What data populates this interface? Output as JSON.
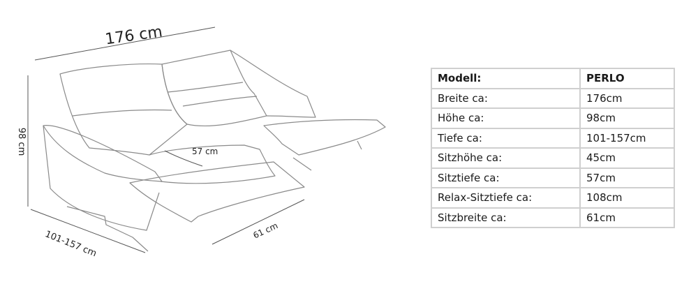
{
  "dimensions": {
    "width": "176 cm",
    "height": "98 cm",
    "depth": "101-157 cm",
    "seat_depth": "57 cm",
    "seat_width": "61 cm"
  },
  "table": {
    "header": {
      "label": "Modell:",
      "value": "PERLO"
    },
    "rows": [
      {
        "label": "Breite ca:",
        "value": "176cm"
      },
      {
        "label": "Höhe ca:",
        "value": "98cm"
      },
      {
        "label": "Tiefe ca:",
        "value": "101-157cm"
      },
      {
        "label": "Sitzhöhe ca:",
        "value": "45cm"
      },
      {
        "label": "Sitztiefe ca:",
        "value": "57cm"
      },
      {
        "label": "Relax-Sitztiefe ca:",
        "value": "108cm"
      },
      {
        "label": "Sitzbreite ca:",
        "value": "61cm"
      }
    ]
  }
}
